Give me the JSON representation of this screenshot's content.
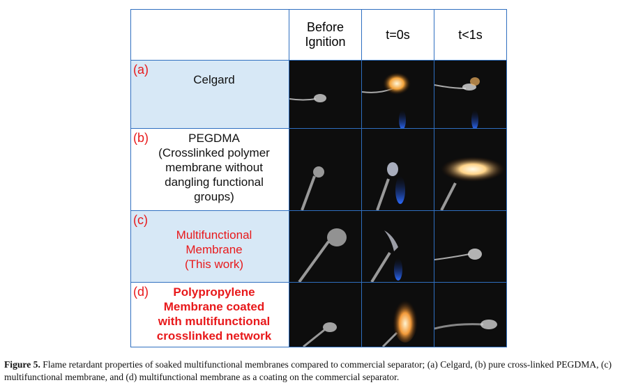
{
  "table": {
    "headers": [
      "",
      "Before\nIgnition",
      "t=0s",
      "t<1s"
    ],
    "rows": [
      {
        "letter": "(a)",
        "label": "Celgard",
        "color": "#111111"
      },
      {
        "letter": "(b)",
        "label": "PEGDMA\n(Crosslinked polymer\nmembrane without\ndangling functional\ngroups)",
        "color": "#111111"
      },
      {
        "letter": "(c)",
        "label": "Multifunctional\nMembrane\n(This work)",
        "color": "#e8191b"
      },
      {
        "letter": "(d)",
        "label": "Polypropylene\nMembrane coated\nwith multifunctional\ncrosslinked network",
        "color": "#e8191b"
      }
    ]
  },
  "caption": {
    "figure_label": "Figure 5.",
    "text": " Flame retardant properties of soaked multifunctional membranes compared to commercial separator; (a) Celgard, (b) pure cross-linked PEGDMA, (c) multifunctional membrane, and (d) multifunctional membrane as a coating on the commercial separator."
  }
}
